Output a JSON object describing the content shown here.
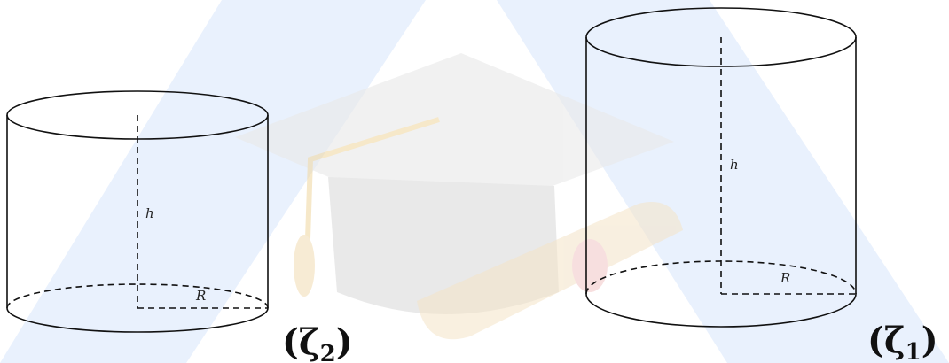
{
  "cylinder_left": {
    "height_label": "h",
    "radius_label": "R",
    "name_prefix": "(ζ",
    "name_sub": "2",
    "name_suffix": ")"
  },
  "cylinder_right": {
    "height_label": "h",
    "radius_label": "R",
    "name_prefix": "(ζ",
    "name_sub": "1",
    "name_suffix": ")"
  },
  "colors": {
    "stroke": "#111111",
    "watermark_blue": "#dbe7fb",
    "watermark_gray": "#ececec",
    "watermark_gold": "#f3dfb8",
    "watermark_red": "#f6d3d3"
  },
  "watermark": "graduation-cap-and-diploma-icon"
}
